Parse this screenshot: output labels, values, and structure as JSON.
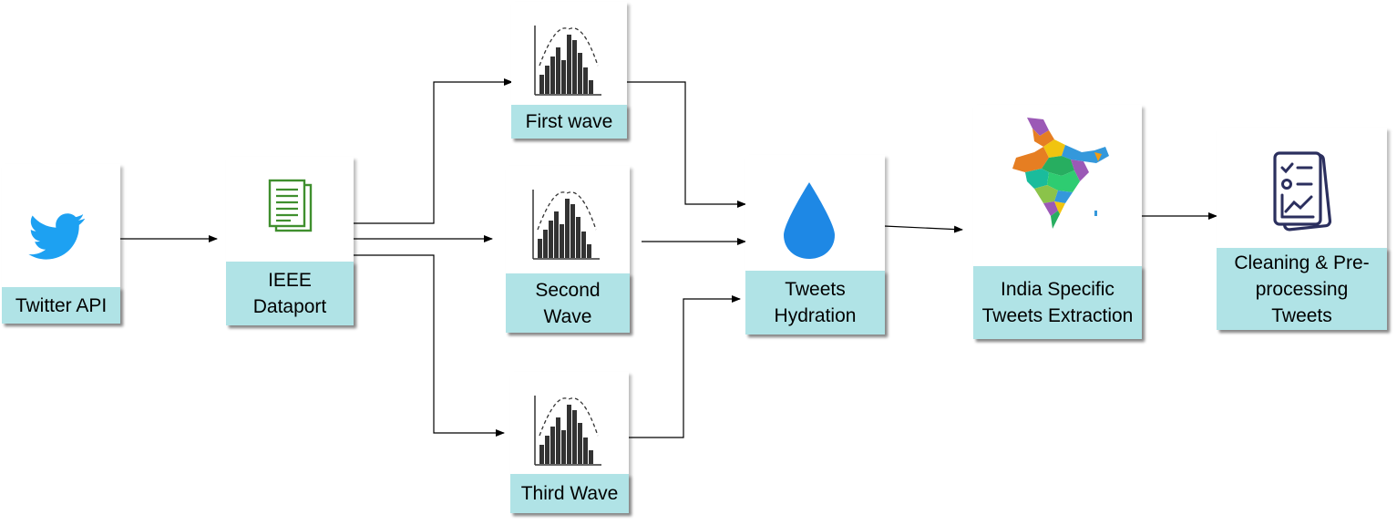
{
  "nodes": {
    "twitter": {
      "label": "Twitter API",
      "icon": "twitter-bird-icon"
    },
    "ieee": {
      "label": "IEEE\nDataport",
      "icon": "document-icon"
    },
    "first": {
      "label": "First wave",
      "icon": "histogram-icon"
    },
    "second": {
      "label": "Second\nWave",
      "icon": "histogram-icon"
    },
    "third": {
      "label": "Third Wave",
      "icon": "histogram-icon"
    },
    "hydration": {
      "label": "Tweets\nHydration",
      "icon": "water-drop-icon"
    },
    "india": {
      "label": "India Specific\nTweets Extraction",
      "icon": "india-map-icon"
    },
    "cleaning": {
      "label": "Cleaning & Pre-\nprocessing\nTweets",
      "icon": "report-checklist-icon"
    }
  },
  "colors": {
    "label_bg": "#b0e3e6",
    "twitter": "#1da1f2",
    "document": "#3f8f2e",
    "drop": "#1e88e5",
    "histogram": "#333333",
    "report": "#2b2f5e"
  }
}
